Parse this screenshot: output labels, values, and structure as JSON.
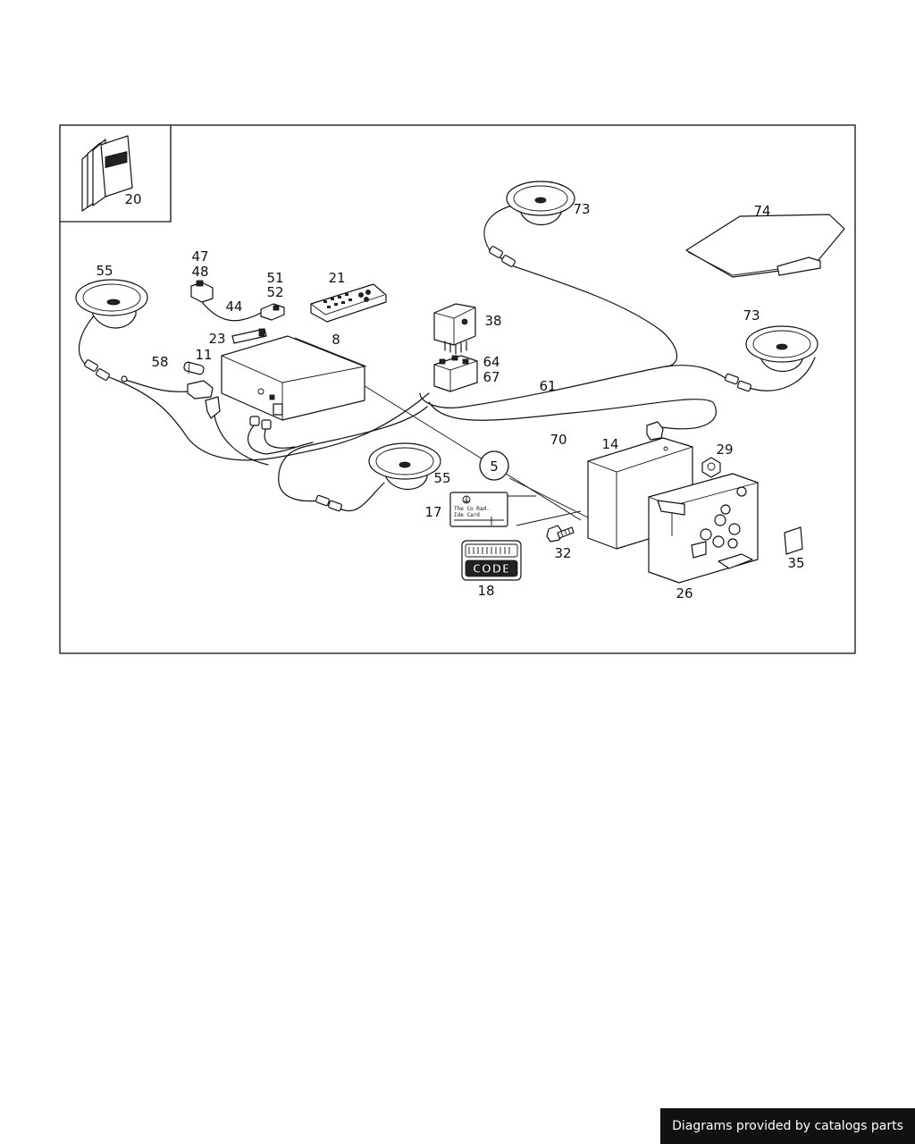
{
  "footer": {
    "text": "Diagrams provided by catalogs parts"
  },
  "diagram": {
    "callouts": {
      "c20": "20",
      "c73a": "73",
      "c74": "74",
      "c55a": "55",
      "c47": "47",
      "c48": "48",
      "c51": "51",
      "c52": "52",
      "c21": "21",
      "c38": "38",
      "c73b": "73",
      "c44": "44",
      "c23": "23",
      "c8": "8",
      "c11": "11",
      "c58": "58",
      "c64": "64",
      "c67": "67",
      "c61": "61",
      "c70": "70",
      "c14": "14",
      "c29": "29",
      "c5": "5",
      "c55b": "55",
      "c17": "17",
      "c32": "32",
      "c35": "35",
      "c18": "18",
      "c26": "26"
    },
    "card_text": {
      "line1": "The  Co     Rad.",
      "line2": "Ide           Card"
    },
    "code_label": "CODE"
  }
}
